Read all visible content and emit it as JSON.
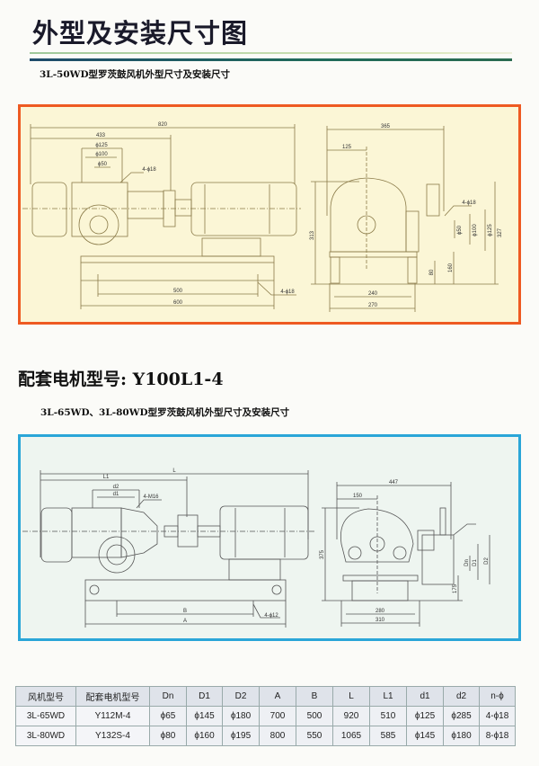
{
  "page": {
    "title": "外型及安装尺寸图",
    "section1_subtitle": "3L-50WD型罗茨鼓风机外型尺寸及安装尺寸",
    "motor_heading": "配套电机型号: Y100L1-4",
    "section2_subtitle": "3L-65WD、3L-80WD型罗茨鼓风机外型尺寸及安装尺寸"
  },
  "drawing1": {
    "front": {
      "L": "820",
      "L1": "433",
      "d125": "ϕ125",
      "d100": "ϕ100",
      "d50": "ϕ50",
      "bolts_top": "4-ϕ18",
      "B": "500",
      "A": "600",
      "bolts_base": "4-ϕ18"
    },
    "side": {
      "W": "365",
      "offset": "125",
      "H": "313",
      "bolts": "4-ϕ18",
      "d50": "ϕ50",
      "d100": "ϕ100",
      "d125": "ϕ125",
      "H2": "327",
      "base_h": "80",
      "center_h": "160",
      "foot_inner": "240",
      "foot_outer": "270"
    }
  },
  "drawing2": {
    "front": {
      "L": "L",
      "L1": "L1",
      "d2": "d2",
      "d1": "d1",
      "bolts_top": "4-M16",
      "B": "B",
      "A": "A",
      "bolts_base": "4-ϕ12"
    },
    "side": {
      "W": "447",
      "offset": "150",
      "H": "375",
      "Dn": "Dn",
      "D1": "D1",
      "D2": "D2",
      "center_h": "175",
      "foot_inner": "280",
      "foot_outer": "310"
    }
  },
  "table": {
    "headers": [
      "风机型号",
      "配套电机型号",
      "Dn",
      "D1",
      "D2",
      "A",
      "B",
      "L",
      "L1",
      "d1",
      "d2",
      "n-ϕ"
    ],
    "rows": [
      [
        "3L-65WD",
        "Y112M-4",
        "ϕ65",
        "ϕ145",
        "ϕ180",
        "700",
        "500",
        "920",
        "510",
        "ϕ125",
        "ϕ285",
        "4-ϕ18"
      ],
      [
        "3L-80WD",
        "Y132S-4",
        "ϕ80",
        "ϕ160",
        "ϕ195",
        "800",
        "550",
        "1065",
        "585",
        "ϕ145",
        "ϕ180",
        "8-ϕ18"
      ]
    ]
  },
  "colors": {
    "panel1_border": "#ee5a22",
    "panel2_border": "#2aa6d8",
    "line1": "#7a6a3a",
    "line2": "#555"
  }
}
